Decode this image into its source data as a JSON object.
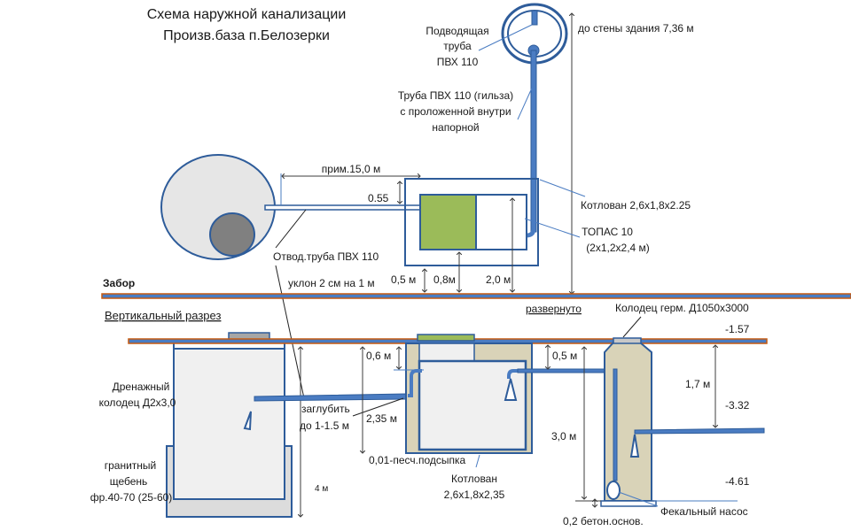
{
  "title": {
    "line1": "Схема наружной канализации",
    "line2": "Произв.база п.Белозерки"
  },
  "colors": {
    "outline": "#2e5c9a",
    "pipe": "#4a7cc2",
    "ground": "#c55a11",
    "topas_green": "#9bbb59",
    "sand": "#d9d3b8",
    "light_gray": "#e6e6e6",
    "dark_gray": "#808080"
  },
  "plan": {
    "inlet_pipe": "Подводящая труба ПВХ 110",
    "inlet_pipe_lines": [
      "Подводящая",
      "труба",
      "ПВХ 110"
    ],
    "sleeve_pipe_lines": [
      "Труба ПВХ 110 (гильза)",
      "с проложенной внутри",
      "напорной"
    ],
    "to_building": "до стены здания 7,36 м",
    "distance": "прим.15,0 м",
    "depth_055": "0.55",
    "pit_label": "Котлован 2,6х1,8х2.25",
    "topas_lines": [
      "ТОПАС 10",
      "(2х1,2х2,4 м)"
    ],
    "outlet_pipe": "Отвод.труба ПВХ 110",
    "slope": "уклон 2 см на 1 м",
    "dim_05": "0,5 м",
    "dim_08": "0,8м",
    "dim_20": "2,0 м",
    "fence": "Забор"
  },
  "section": {
    "title": "Вертикальный разрез",
    "unfolded": "развернуто",
    "well_label": "Колодец герм. Д1050х3000",
    "drain_well_lines": [
      "Дренажный",
      "колодец Д2х3,0"
    ],
    "gravel_lines": [
      "гранитный",
      "щебень",
      "фр.40-70 (25-60)"
    ],
    "dim_4m": "4 м",
    "deepen_lines": [
      "заглубить",
      "до 1-1.5 м"
    ],
    "dim_06": "0,6 м",
    "dim_235": "2,35 м",
    "sand_bed": "0,01-песч.подсыпка",
    "pit_lines": [
      "Котлован",
      "2,6х1,8х2,35"
    ],
    "dim_05": "0,5 м",
    "dim_30": "3,0 м",
    "dim_17": "1,7 м",
    "level_157": "-1.57",
    "level_332": "-3.32",
    "level_461": "-4.61",
    "concrete_base": "0,2 бетон.основ.",
    "pump": "Фекальный насос"
  }
}
